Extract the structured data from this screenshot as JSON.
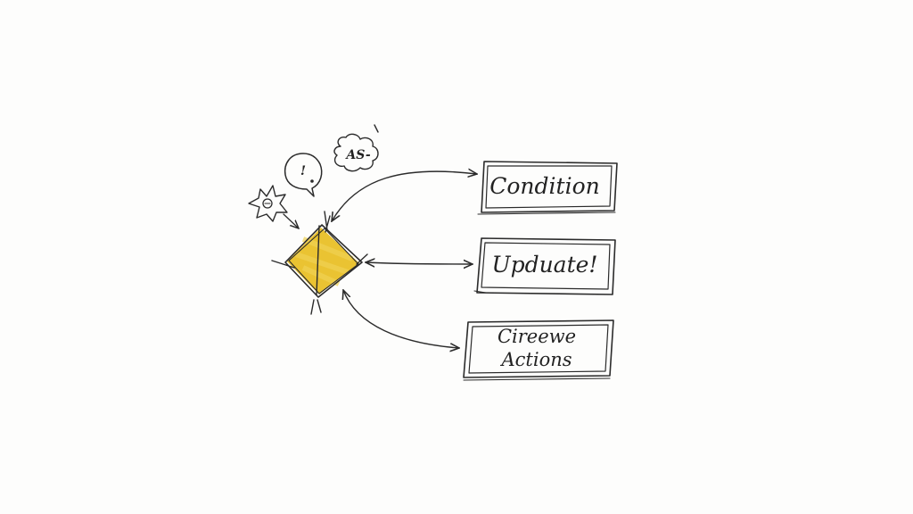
{
  "diagram": {
    "boxes": [
      {
        "lines": [
          "Condition"
        ]
      },
      {
        "lines": [
          "Upduate!"
        ]
      },
      {
        "lines": [
          "Cireewe",
          "Actions"
        ]
      }
    ],
    "annotations": {
      "speech_bubble": "!",
      "cloud": "AS-"
    },
    "colors": {
      "diamond_fill": "#e8bd1c",
      "ink": "#2b2b2b",
      "background": "#fdfdfc"
    },
    "icons": [
      "splat-icon",
      "speech-bubble-icon",
      "cloud-icon",
      "diamond-icon"
    ]
  }
}
